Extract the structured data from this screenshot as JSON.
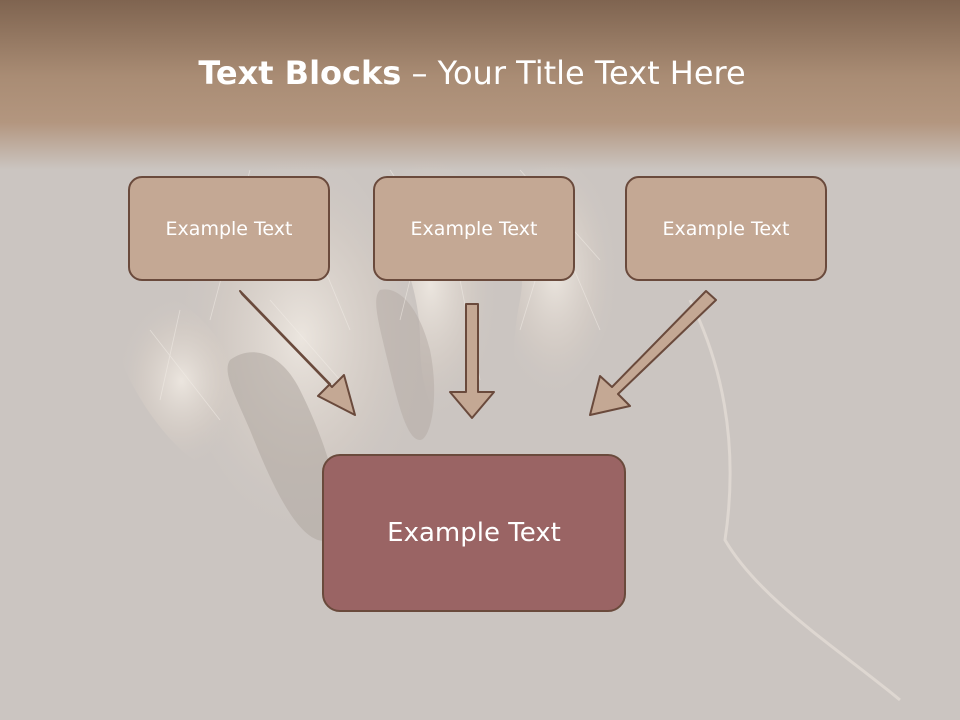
{
  "slide": {
    "title_bold": "Text Blocks",
    "title_dash": " – ",
    "title_rest": "Your Title Text Here"
  },
  "blocks": {
    "top": [
      {
        "label": "Example Text"
      },
      {
        "label": "Example Text"
      },
      {
        "label": "Example Text"
      }
    ],
    "bottom": {
      "label": "Example Text"
    }
  },
  "colors": {
    "header": "#a98c74",
    "small_box_fill": "#c4a894",
    "big_box_fill": "#9a6464",
    "border": "#6a4a3c",
    "arrow_fill": "#c4a894"
  }
}
